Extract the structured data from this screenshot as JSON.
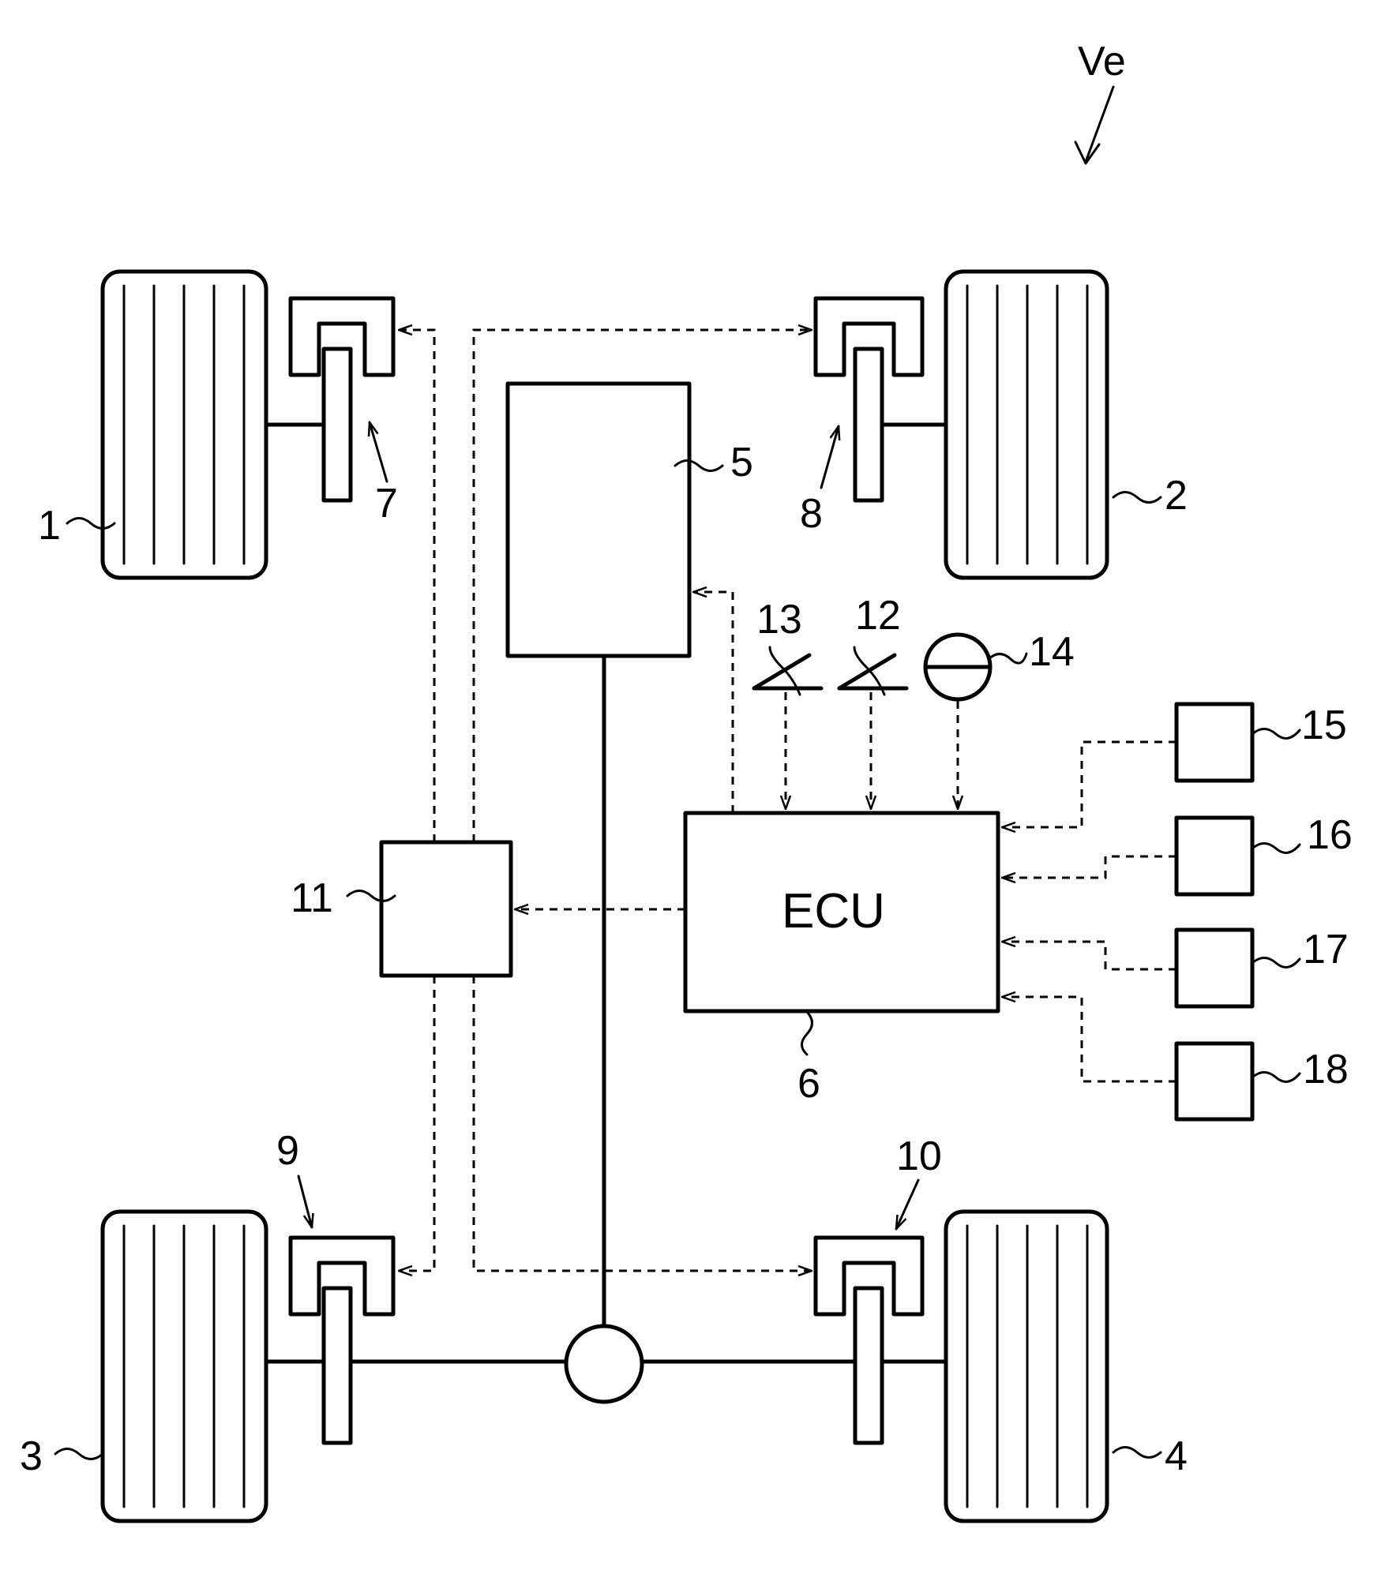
{
  "labels": {
    "ve": "Ve",
    "l1": "1",
    "l2": "2",
    "l3": "3",
    "l4": "4",
    "l5": "5",
    "l6": "6",
    "l7": "7",
    "l8": "8",
    "l9": "9",
    "l10": "10",
    "l11": "11",
    "l12": "12",
    "l13": "13",
    "l14": "14",
    "l15": "15",
    "l16": "16",
    "l17": "17",
    "l18": "18"
  },
  "ecu": {
    "text": "ECU"
  },
  "colors": {
    "line": "#000000",
    "background": "#ffffff"
  }
}
